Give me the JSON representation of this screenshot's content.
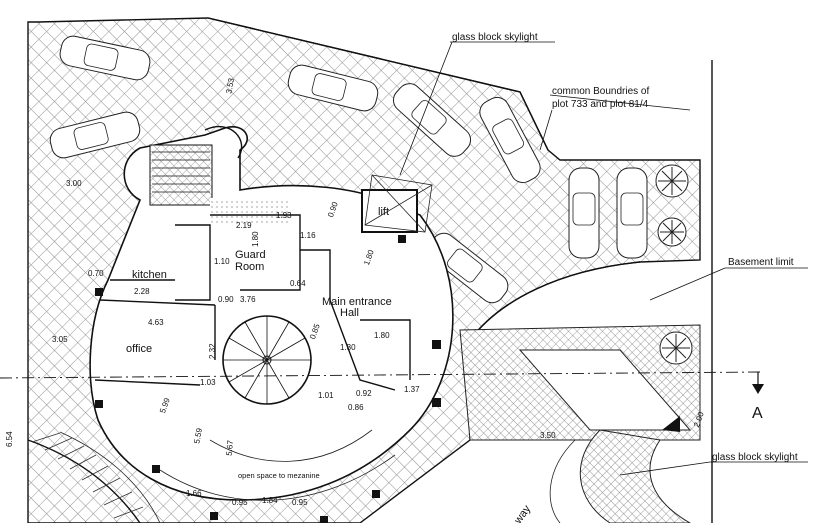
{
  "labels": {
    "skylight_top": "glass block skylight",
    "boundary_line1": "common Boundries of",
    "boundary_line2": "plot 733 and plot 81/4",
    "lift": "lift",
    "basement_limit": "Basement limit",
    "guard_line1": "Guard",
    "guard_line2": "Room",
    "kitchen": "kitchen",
    "hall_line1": "Main entrance",
    "hall_line2": "Hall",
    "office": "office",
    "mezzanine": "open space to mezanine",
    "section": "A",
    "skylight_bottom": "glass block skylight",
    "way": "way"
  },
  "dimensions": {
    "d1": "3.53",
    "d2": "3.00",
    "d3": "2.19",
    "d4": "1.93",
    "d5": "1.16",
    "d6": "0.90",
    "d7": "1.80",
    "d8": "2.28",
    "d9": "4.63",
    "d10": "3.05",
    "d11": "0.90",
    "d12": "3.76",
    "d13": "2.32",
    "d14": "0.85",
    "d15": "1.30",
    "d16": "1.80",
    "d17": "1.01",
    "d18": "1.03",
    "d19": "5.99",
    "d20": "5.59",
    "d21": "5.67",
    "d22": "0.95",
    "d23": "1.84",
    "d24": "0.95",
    "d25": "1.66",
    "d26": "3.50",
    "d27": "2.00",
    "d28": "6.54",
    "d29": "0.70",
    "d30": "1.10",
    "d31": "1.80",
    "d32": "0.64",
    "d33": "1.37",
    "d34": "0.86",
    "d35": "0.92"
  },
  "colors": {
    "line": "#111111",
    "paving": "#9a9a9a",
    "background": "#ffffff"
  }
}
